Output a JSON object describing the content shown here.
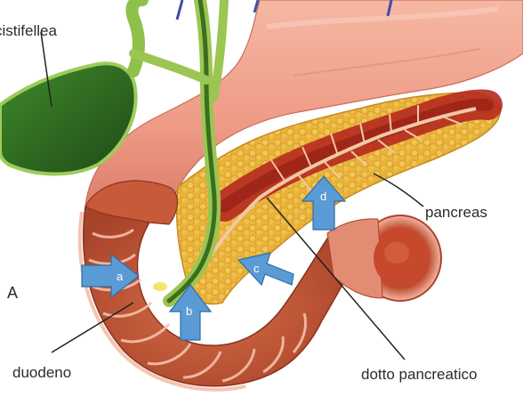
{
  "labels": {
    "gallbladder": "cistifellea",
    "pancreas": "pancreas",
    "duodenum": "duodeno",
    "pancreatic_duct": "dotto pancreatico",
    "figure_letter": "A"
  },
  "arrows": [
    "a",
    "b",
    "c",
    "d"
  ],
  "colors": {
    "gallbladder": "#2f6b22",
    "bile_duct": "#8fc04a",
    "stomach": "#f2a48e",
    "pancreas": "#e8b43a",
    "duodenum": "#c85a38",
    "arrow": "#5b9bd5"
  },
  "icons": [
    "gallbladder-shape",
    "stomach-shape",
    "pancreas-shape",
    "duodenum-shape",
    "jejunum-cross-section",
    "blue-arrow-icon"
  ]
}
